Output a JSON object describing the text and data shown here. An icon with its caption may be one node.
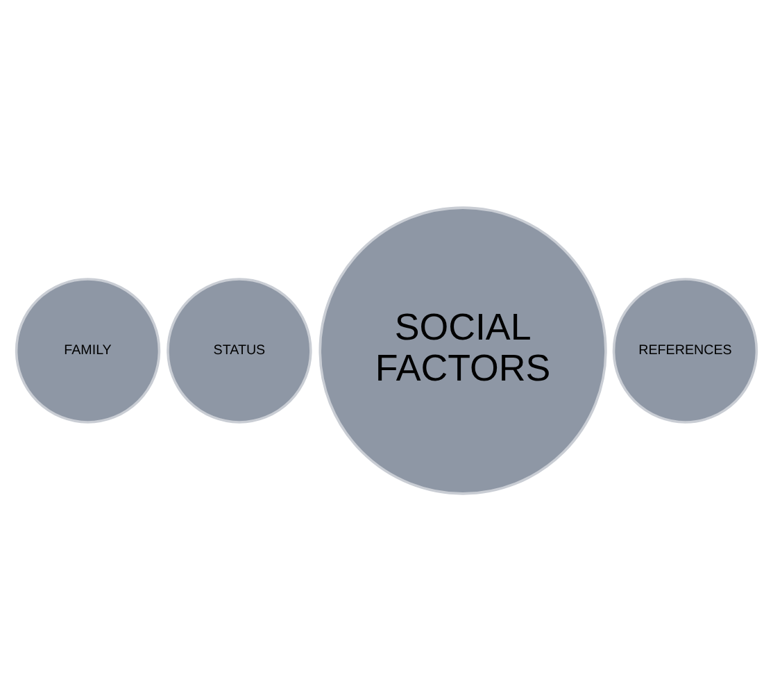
{
  "diagram": {
    "nodes": [
      {
        "text": [
          "FAMILY"
        ]
      },
      {
        "text": [
          "SOCIAL FACTORS"
        ]
      },
      {
        "text": [
          "STATUS"
        ]
      },
      {
        "text": [
          "REFERENCES"
        ]
      }
    ]
  }
}
